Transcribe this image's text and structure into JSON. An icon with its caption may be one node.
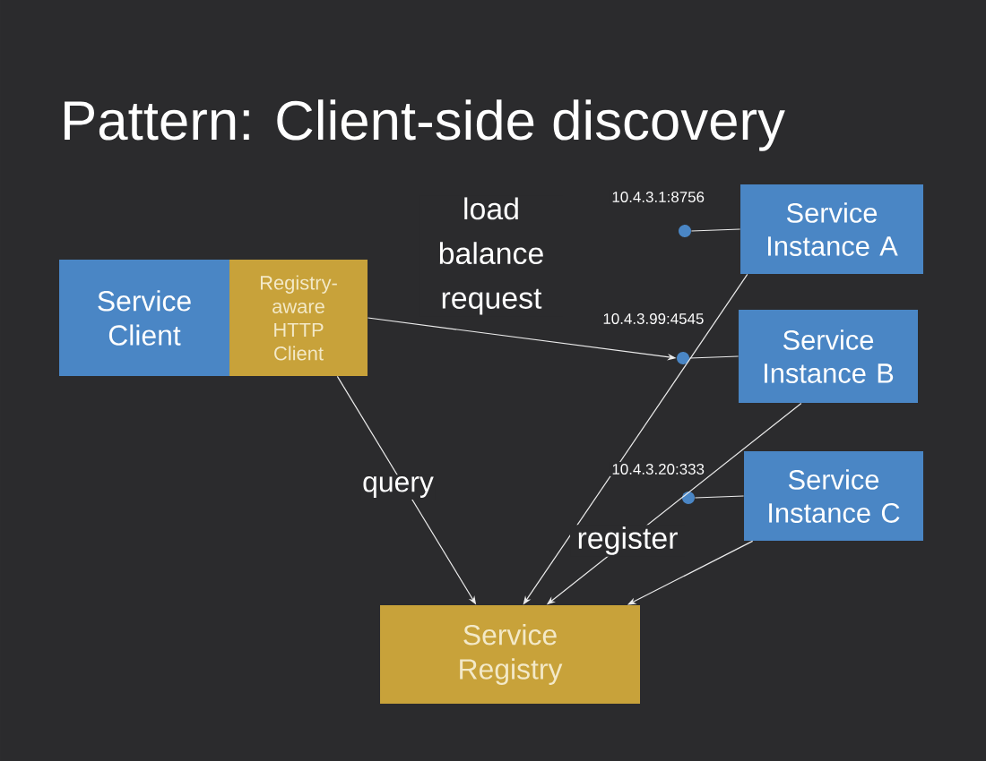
{
  "diagram": {
    "title": "Pattern: Client-side discovery",
    "nodes": [
      {
        "text": [
          "Service Client"
        ]
      },
      {
        "text": [
          "Registry-aware HTTP Client"
        ]
      },
      {
        "text": [
          "Service Instance A"
        ]
      },
      {
        "text": [
          "Service Instance B"
        ]
      },
      {
        "text": [
          "Service Instance C"
        ]
      },
      {
        "text": [
          "Service Registry"
        ]
      },
      {
        "text": [],
        "shape": "circle",
        "beside": [
          "10.4.3.1:8756"
        ]
      },
      {
        "text": [],
        "shape": "circle",
        "beside": [
          "10.4.3.99:4545"
        ]
      },
      {
        "text": [],
        "shape": "circle",
        "beside": [
          "10.4.3.20:333"
        ]
      }
    ],
    "edges": [
      {
        "from": 1,
        "to": 7,
        "arrow": "to"
      },
      {
        "from": 6,
        "to": 2,
        "arrow": "none"
      },
      {
        "from": 7,
        "to": 3,
        "arrow": "none"
      },
      {
        "from": 8,
        "to": 4,
        "arrow": "none"
      },
      {
        "from": 1,
        "to": 5,
        "arrow": "to",
        "label": "query"
      },
      {
        "from": 2,
        "to": 5,
        "arrow": "to"
      },
      {
        "from": 3,
        "to": 5,
        "arrow": "to"
      },
      {
        "from": 4,
        "to": 5,
        "arrow": "to"
      }
    ],
    "labels": [
      "load balance request",
      "register"
    ]
  }
}
